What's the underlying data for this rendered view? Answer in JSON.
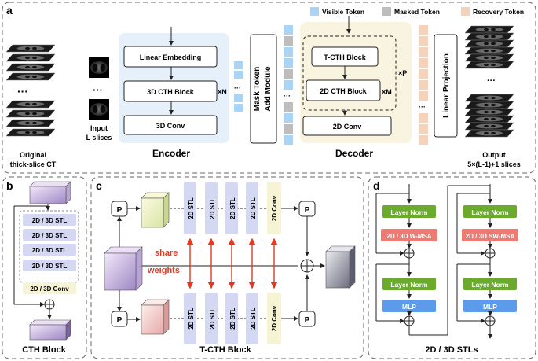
{
  "panel_a": {
    "letter": "a",
    "legend": {
      "visible": "Visible Token",
      "masked": "Masked Token",
      "recovery": "Recovery Token",
      "colors": {
        "visible": "#a9d4f5",
        "masked": "#bdbdbd",
        "recovery": "#f6d2b8"
      }
    },
    "input_caption": [
      "Original",
      "thick-slice CT"
    ],
    "slices_caption": [
      "Input",
      "L slices"
    ],
    "encoder": {
      "linear_embedding": "Linear Embedding",
      "cth_block": "3D CTH Block",
      "conv": "3D Conv",
      "repeat": "×N",
      "title": "Encoder"
    },
    "mask_module": [
      "Mask Token",
      "Add Module"
    ],
    "decoder": {
      "tcth_block": "T-CTH Block",
      "cth_block": "2D CTH Block",
      "repeat_inner": "×M",
      "repeat_outer": "×P",
      "conv": "2D Conv",
      "title": "Decoder"
    },
    "linear_projection": "Linear Projection",
    "output_caption": [
      "Output",
      "5×(L-1)+1 slices"
    ]
  },
  "panel_b": {
    "letter": "b",
    "items": [
      "2D / 3D STL",
      "2D / 3D STL",
      "2D / 3D STL",
      "2D / 3D STL",
      "2D / 3D Conv"
    ],
    "caption": "CTH Block"
  },
  "panel_c": {
    "letter": "c",
    "p_label": "P",
    "stl": "2D STL",
    "conv": "2D Conv",
    "share": [
      "share",
      "weights"
    ],
    "caption": "T-CTH Block"
  },
  "panel_d": {
    "letter": "d",
    "layer_norm": "Layer Norm",
    "wmsa": "2D / 3D W-MSA",
    "swmsa": "2D / 3D SW-MSA",
    "mlp": "MLP",
    "caption": "2D / 3D STLs"
  },
  "ellipsis": "···",
  "colors": {
    "encoder_bg": "#e6f0fb",
    "decoder_bg": "#f8f4e0",
    "stl_fill": "#d5d8f3",
    "conv_fill": "#f7f4d5",
    "layer_norm": "#6aaa2d",
    "msa": "#ee7b73",
    "mlp": "#5b9bea",
    "share": "#e03a25"
  }
}
